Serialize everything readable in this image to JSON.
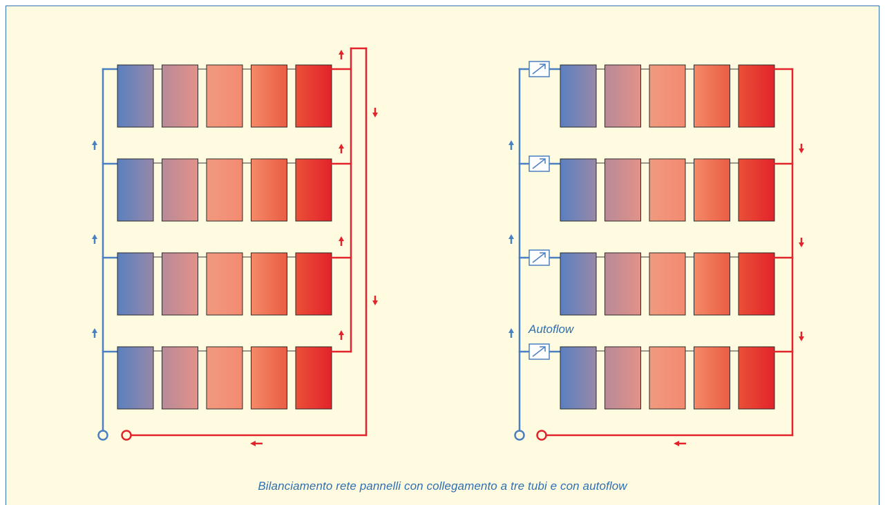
{
  "caption": "Bilanciamento rete pannelli con collegamento a tre tubi e con autoflow",
  "autoflow_label": "Autoflow",
  "colors": {
    "background": "#fefbe0",
    "border": "#2f6fb2",
    "cold_pipe": "#4a7fc1",
    "hot_pipe": "#e2232b",
    "panel_gradients": [
      [
        "#5a80c0",
        "#9888a8"
      ],
      [
        "#b88a98",
        "#e29288"
      ],
      [
        "#f09a80",
        "#f38a70"
      ],
      [
        "#f48a68",
        "#ea5c44"
      ],
      [
        "#ea5038",
        "#e2232b"
      ]
    ]
  },
  "diagrams": [
    {
      "id": "three-pipe",
      "panel_rows": 4,
      "panels_per_row": 5,
      "autoflow_valves": false
    },
    {
      "id": "autoflow",
      "panel_rows": 4,
      "panels_per_row": 5,
      "autoflow_valves": true
    }
  ]
}
